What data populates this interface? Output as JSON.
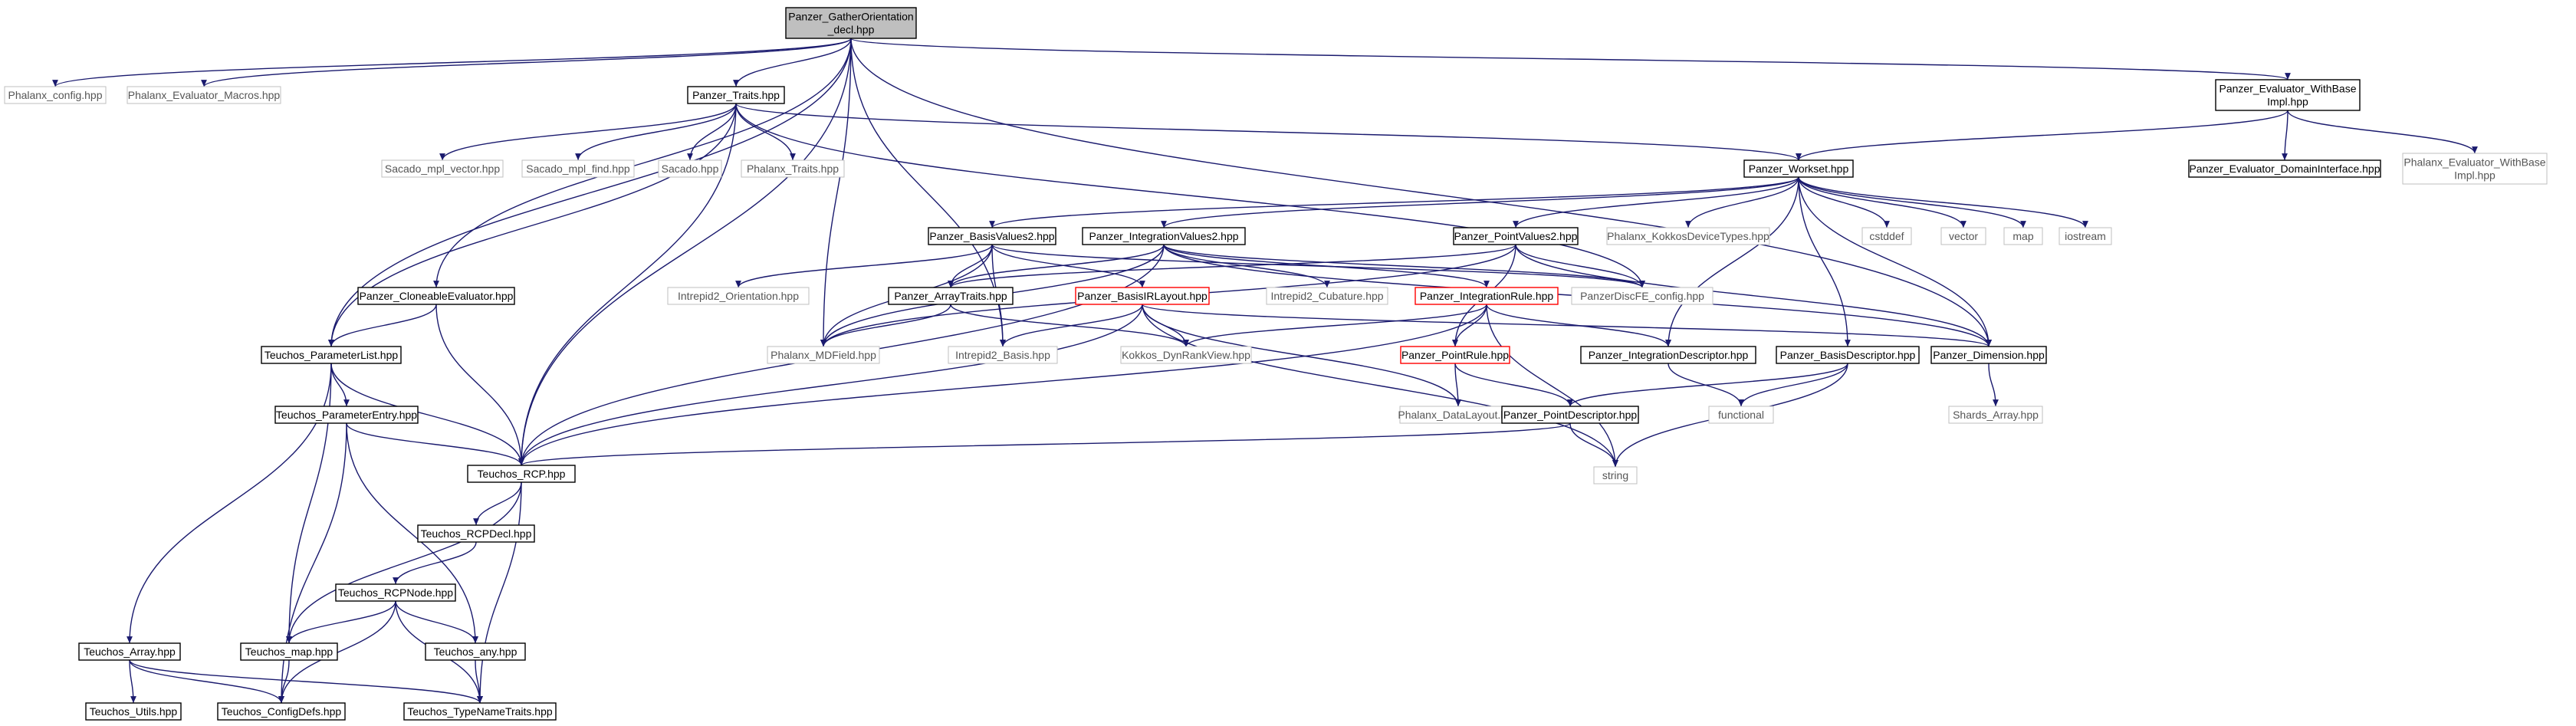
{
  "colors": {
    "root_fill": "#bfbfbf",
    "box_border": "#000000",
    "error_border": "#ff0000",
    "missing_border": "#bfbfbf",
    "edge": "#1a1a6e"
  },
  "nodes": {
    "root": {
      "lines": [
        "Panzer_GatherOrientation",
        "_decl.hpp"
      ],
      "style": "root"
    },
    "phalanx_config": {
      "lines": [
        "Phalanx_config.hpp"
      ],
      "style": "missing"
    },
    "phalanx_eval_macros": {
      "lines": [
        "Phalanx_Evaluator_Macros.hpp"
      ],
      "style": "missing"
    },
    "panzer_traits": {
      "lines": [
        "Panzer_Traits.hpp"
      ],
      "style": "normal"
    },
    "panzer_eval_withbase": {
      "lines": [
        "Panzer_Evaluator_WithBase",
        "Impl.hpp"
      ],
      "style": "normal"
    },
    "sacado_mpl_vector": {
      "lines": [
        "Sacado_mpl_vector.hpp"
      ],
      "style": "missing"
    },
    "sacado_mpl_find": {
      "lines": [
        "Sacado_mpl_find.hpp"
      ],
      "style": "missing"
    },
    "sacado": {
      "lines": [
        "Sacado.hpp"
      ],
      "style": "missing"
    },
    "phalanx_traits": {
      "lines": [
        "Phalanx_Traits.hpp"
      ],
      "style": "missing"
    },
    "panzer_workset": {
      "lines": [
        "Panzer_Workset.hpp"
      ],
      "style": "normal"
    },
    "panzer_eval_domain": {
      "lines": [
        "Panzer_Evaluator_DomainInterface.hpp"
      ],
      "style": "normal"
    },
    "phalanx_eval_withbase": {
      "lines": [
        "Phalanx_Evaluator_WithBase",
        "Impl.hpp"
      ],
      "style": "missing"
    },
    "panzer_basisvalues2": {
      "lines": [
        "Panzer_BasisValues2.hpp"
      ],
      "style": "normal"
    },
    "panzer_integrationvalues2": {
      "lines": [
        "Panzer_IntegrationValues2.hpp"
      ],
      "style": "normal"
    },
    "panzer_pointvalues2": {
      "lines": [
        "Panzer_PointValues2.hpp"
      ],
      "style": "normal"
    },
    "phalanx_kokkos_device": {
      "lines": [
        "Phalanx_KokkosDeviceTypes.hpp"
      ],
      "style": "missing"
    },
    "cstddef": {
      "lines": [
        "cstddef"
      ],
      "style": "missing"
    },
    "vector": {
      "lines": [
        "vector"
      ],
      "style": "missing"
    },
    "map": {
      "lines": [
        "map"
      ],
      "style": "missing"
    },
    "iostream": {
      "lines": [
        "iostream"
      ],
      "style": "missing"
    },
    "panzer_cloneable": {
      "lines": [
        "Panzer_CloneableEvaluator.hpp"
      ],
      "style": "normal"
    },
    "intrepid2_orientation": {
      "lines": [
        "Intrepid2_Orientation.hpp"
      ],
      "style": "missing"
    },
    "panzer_arraytraits": {
      "lines": [
        "Panzer_ArrayTraits.hpp"
      ],
      "style": "normal"
    },
    "panzer_basisirlayout": {
      "lines": [
        "Panzer_BasisIRLayout.hpp"
      ],
      "style": "error"
    },
    "intrepid2_cubature": {
      "lines": [
        "Intrepid2_Cubature.hpp"
      ],
      "style": "missing"
    },
    "panzer_integrationrule": {
      "lines": [
        "Panzer_IntegrationRule.hpp"
      ],
      "style": "error"
    },
    "panzerdiscfe_config": {
      "lines": [
        "PanzerDiscFE_config.hpp"
      ],
      "style": "missing"
    },
    "teuchos_parameterlist": {
      "lines": [
        "Teuchos_ParameterList.hpp"
      ],
      "style": "normal"
    },
    "phalanx_mdfield": {
      "lines": [
        "Phalanx_MDField.hpp"
      ],
      "style": "missing"
    },
    "intrepid2_basis": {
      "lines": [
        "Intrepid2_Basis.hpp"
      ],
      "style": "missing"
    },
    "kokkos_dynrankview": {
      "lines": [
        "Kokkos_DynRankView.hpp"
      ],
      "style": "missing"
    },
    "panzer_pointrule": {
      "lines": [
        "Panzer_PointRule.hpp"
      ],
      "style": "error"
    },
    "panzer_integrationdescriptor": {
      "lines": [
        "Panzer_IntegrationDescriptor.hpp"
      ],
      "style": "normal"
    },
    "panzer_basisdescriptor": {
      "lines": [
        "Panzer_BasisDescriptor.hpp"
      ],
      "style": "normal"
    },
    "panzer_dimension": {
      "lines": [
        "Panzer_Dimension.hpp"
      ],
      "style": "normal"
    },
    "teuchos_parameterentry": {
      "lines": [
        "Teuchos_ParameterEntry.hpp"
      ],
      "style": "normal"
    },
    "phalanx_datalayout": {
      "lines": [
        "Phalanx_DataLayout.hpp"
      ],
      "style": "missing"
    },
    "functional": {
      "lines": [
        "functional"
      ],
      "style": "missing"
    },
    "shards_array": {
      "lines": [
        "Shards_Array.hpp"
      ],
      "style": "missing"
    },
    "panzer_pointdescriptor": {
      "lines": [
        "Panzer_PointDescriptor.hpp"
      ],
      "style": "normal"
    },
    "teuchos_rcp": {
      "lines": [
        "Teuchos_RCP.hpp"
      ],
      "style": "normal"
    },
    "string": {
      "lines": [
        "string"
      ],
      "style": "missing"
    },
    "teuchos_rcpdecl": {
      "lines": [
        "Teuchos_RCPDecl.hpp"
      ],
      "style": "normal"
    },
    "teuchos_rcpnode": {
      "lines": [
        "Teuchos_RCPNode.hpp"
      ],
      "style": "normal"
    },
    "teuchos_array": {
      "lines": [
        "Teuchos_Array.hpp"
      ],
      "style": "normal"
    },
    "teuchos_map": {
      "lines": [
        "Teuchos_map.hpp"
      ],
      "style": "normal"
    },
    "teuchos_any": {
      "lines": [
        "Teuchos_any.hpp"
      ],
      "style": "normal"
    },
    "teuchos_utils": {
      "lines": [
        "Teuchos_Utils.hpp"
      ],
      "style": "normal"
    },
    "teuchos_configdefs": {
      "lines": [
        "Teuchos_ConfigDefs.hpp"
      ],
      "style": "normal"
    },
    "teuchos_typenametraits": {
      "lines": [
        "Teuchos_TypeNameTraits.hpp"
      ],
      "style": "normal"
    }
  }
}
